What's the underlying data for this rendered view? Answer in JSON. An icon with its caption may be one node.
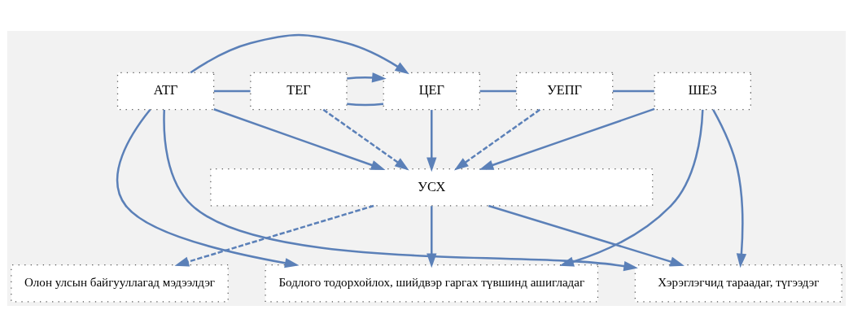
{
  "diagram": {
    "nodes": [
      {
        "text": [
          "АТГ"
        ]
      },
      {
        "text": [
          "ТЕГ"
        ]
      },
      {
        "text": [
          "ЦЕГ"
        ]
      },
      {
        "text": [
          "УЕПГ"
        ]
      },
      {
        "text": [
          "ШЕЗ"
        ]
      },
      {
        "text": [
          "УСХ"
        ]
      },
      {
        "text": [
          "Бодлого тодорхойлох, шийдвэр гаргах түвшинд ашигладаг"
        ]
      },
      {
        "text": [
          "Хэрэглэгчид тараадаг, түгээдэг"
        ]
      },
      {
        "text": [
          "Олон улсын байгууллагад мэдээлдэг"
        ]
      }
    ],
    "edges": [
      {
        "from": 0,
        "to": 1,
        "arrow": "none"
      },
      {
        "from": 1,
        "to": 2,
        "arrow": "none"
      },
      {
        "from": 2,
        "to": 3,
        "arrow": "none"
      },
      {
        "from": 3,
        "to": 4,
        "arrow": "none"
      },
      {
        "from": 0,
        "to": 2,
        "arrow": "to"
      },
      {
        "from": 1,
        "to": 2,
        "arrow": "to"
      },
      {
        "from": 0,
        "to": 5,
        "arrow": "to"
      },
      {
        "from": 1,
        "to": 5,
        "arrow": "to",
        "style": "dashed"
      },
      {
        "from": 2,
        "to": 5,
        "arrow": "to"
      },
      {
        "from": 3,
        "to": 5,
        "arrow": "to",
        "style": "dashed"
      },
      {
        "from": 4,
        "to": 5,
        "arrow": "to"
      },
      {
        "from": 0,
        "to": 6,
        "arrow": "to"
      },
      {
        "from": 0,
        "to": 7,
        "arrow": "to"
      },
      {
        "from": 5,
        "to": 6,
        "arrow": "to"
      },
      {
        "from": 5,
        "to": 7,
        "arrow": "to"
      },
      {
        "from": 4,
        "to": 6,
        "arrow": "to"
      },
      {
        "from": 4,
        "to": 7,
        "arrow": "to"
      },
      {
        "from": 5,
        "to": 8,
        "arrow": "to",
        "style": "dashed"
      }
    ]
  }
}
